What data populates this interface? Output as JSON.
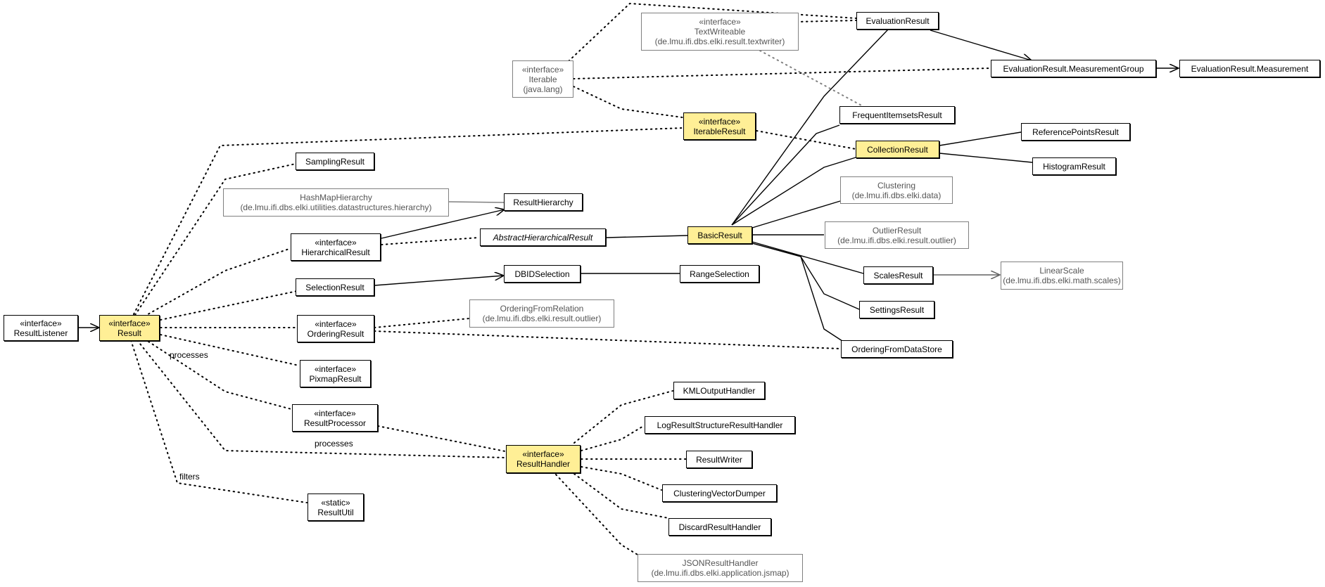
{
  "nodes": {
    "result_listener": {
      "stereotype": "«interface»",
      "name": "ResultListener"
    },
    "result": {
      "stereotype": "«interface»",
      "name": "Result"
    },
    "evaluation_result": {
      "name": "EvaluationResult"
    },
    "text_writeable": {
      "stereotype": "«interface»",
      "name": "TextWriteable",
      "package": "(de.lmu.ifi.dbs.elki.result.textwriter)"
    },
    "measurement_group": {
      "name": "EvaluationResult.MeasurementGroup"
    },
    "measurement": {
      "name": "EvaluationResult.Measurement"
    },
    "iterable": {
      "stereotype": "«interface»",
      "name": "Iterable",
      "package": "(java.lang)"
    },
    "iterable_result": {
      "stereotype": "«interface»",
      "name": "IterableResult"
    },
    "frequent_itemsets_result": {
      "name": "FrequentItemsetsResult"
    },
    "collection_result": {
      "name": "CollectionResult"
    },
    "reference_points_result": {
      "name": "ReferencePointsResult"
    },
    "histogram_result": {
      "name": "HistogramResult"
    },
    "sampling_result": {
      "name": "SamplingResult"
    },
    "hashmap_hierarchy": {
      "name": "HashMapHierarchy",
      "package": "(de.lmu.ifi.dbs.elki.utilities.datastructures.hierarchy)"
    },
    "result_hierarchy": {
      "name": "ResultHierarchy"
    },
    "clustering": {
      "name": "Clustering",
      "package": "(de.lmu.ifi.dbs.elki.data)"
    },
    "hierarchical_result": {
      "stereotype": "«interface»",
      "name": "HierarchicalResult"
    },
    "abstract_hierarchical_result": {
      "name": "AbstractHierarchicalResult"
    },
    "basic_result": {
      "name": "BasicResult"
    },
    "outlier_result": {
      "name": "OutlierResult",
      "package": "(de.lmu.ifi.dbs.elki.result.outlier)"
    },
    "selection_result": {
      "name": "SelectionResult"
    },
    "dbid_selection": {
      "name": "DBIDSelection"
    },
    "range_selection": {
      "name": "RangeSelection"
    },
    "scales_result": {
      "name": "ScalesResult"
    },
    "linear_scale": {
      "name": "LinearScale",
      "package": "(de.lmu.ifi.dbs.elki.math.scales)"
    },
    "ordering_from_relation": {
      "name": "OrderingFromRelation",
      "package": "(de.lmu.ifi.dbs.elki.result.outlier)"
    },
    "settings_result": {
      "name": "SettingsResult"
    },
    "ordering_result": {
      "stereotype": "«interface»",
      "name": "OrderingResult"
    },
    "ordering_from_datastore": {
      "name": "OrderingFromDataStore"
    },
    "pixmap_result": {
      "stereotype": "«interface»",
      "name": "PixmapResult"
    },
    "kml_output_handler": {
      "name": "KMLOutputHandler"
    },
    "result_processor": {
      "stereotype": "«interface»",
      "name": "ResultProcessor"
    },
    "log_result_handler": {
      "name": "LogResultStructureResultHandler"
    },
    "result_handler": {
      "stereotype": "«interface»",
      "name": "ResultHandler"
    },
    "result_writer": {
      "name": "ResultWriter"
    },
    "clustering_vector_dumper": {
      "name": "ClusteringVectorDumper"
    },
    "result_util": {
      "stereotype": "«static»",
      "name": "ResultUtil"
    },
    "discard_result_handler": {
      "name": "DiscardResultHandler"
    },
    "json_result_handler": {
      "name": "JSONResultHandler",
      "package": "(de.lmu.ifi.dbs.elki.application.jsmap)"
    }
  },
  "edge_labels": {
    "processes_1": "processes",
    "processes_2": "processes",
    "filters": "filters"
  },
  "colors": {
    "highlight": "#ffef96",
    "border": "#000000",
    "external_border": "#808080",
    "external_text": "#555555"
  }
}
